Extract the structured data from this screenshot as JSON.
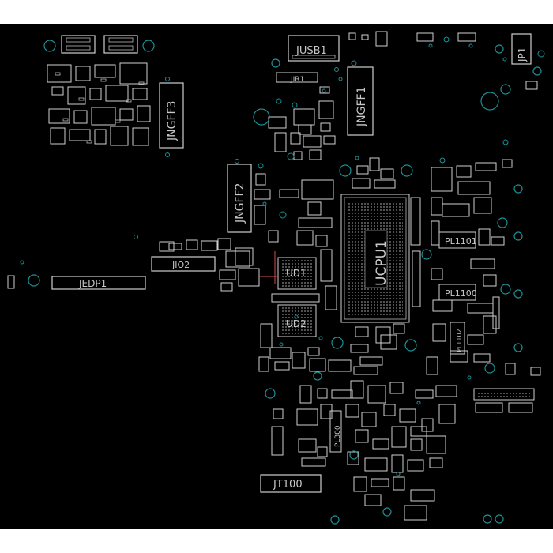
{
  "board": {
    "background": "#000000",
    "silkscreen_color": "#d0d0d0",
    "hole_color": "#1d8f95",
    "marker_color": "#d44a4a"
  },
  "labels": {
    "jusb1": "JUSB1",
    "jir1": "JIR1",
    "jp1": "JP1",
    "jngff1": "JNGFF1",
    "jngff2": "JNGFF2",
    "jngff3": "JNGFF3",
    "jio2": "JIO2",
    "jedp1": "JEDP1",
    "ucpu1": "UCPU1",
    "ud1": "UD1",
    "ud2": "UD2",
    "pl1101": "PL1101",
    "pl1100": "PL1100",
    "pl1102": "PL1102",
    "pl300": "PL300",
    "jt100": "JT100"
  }
}
